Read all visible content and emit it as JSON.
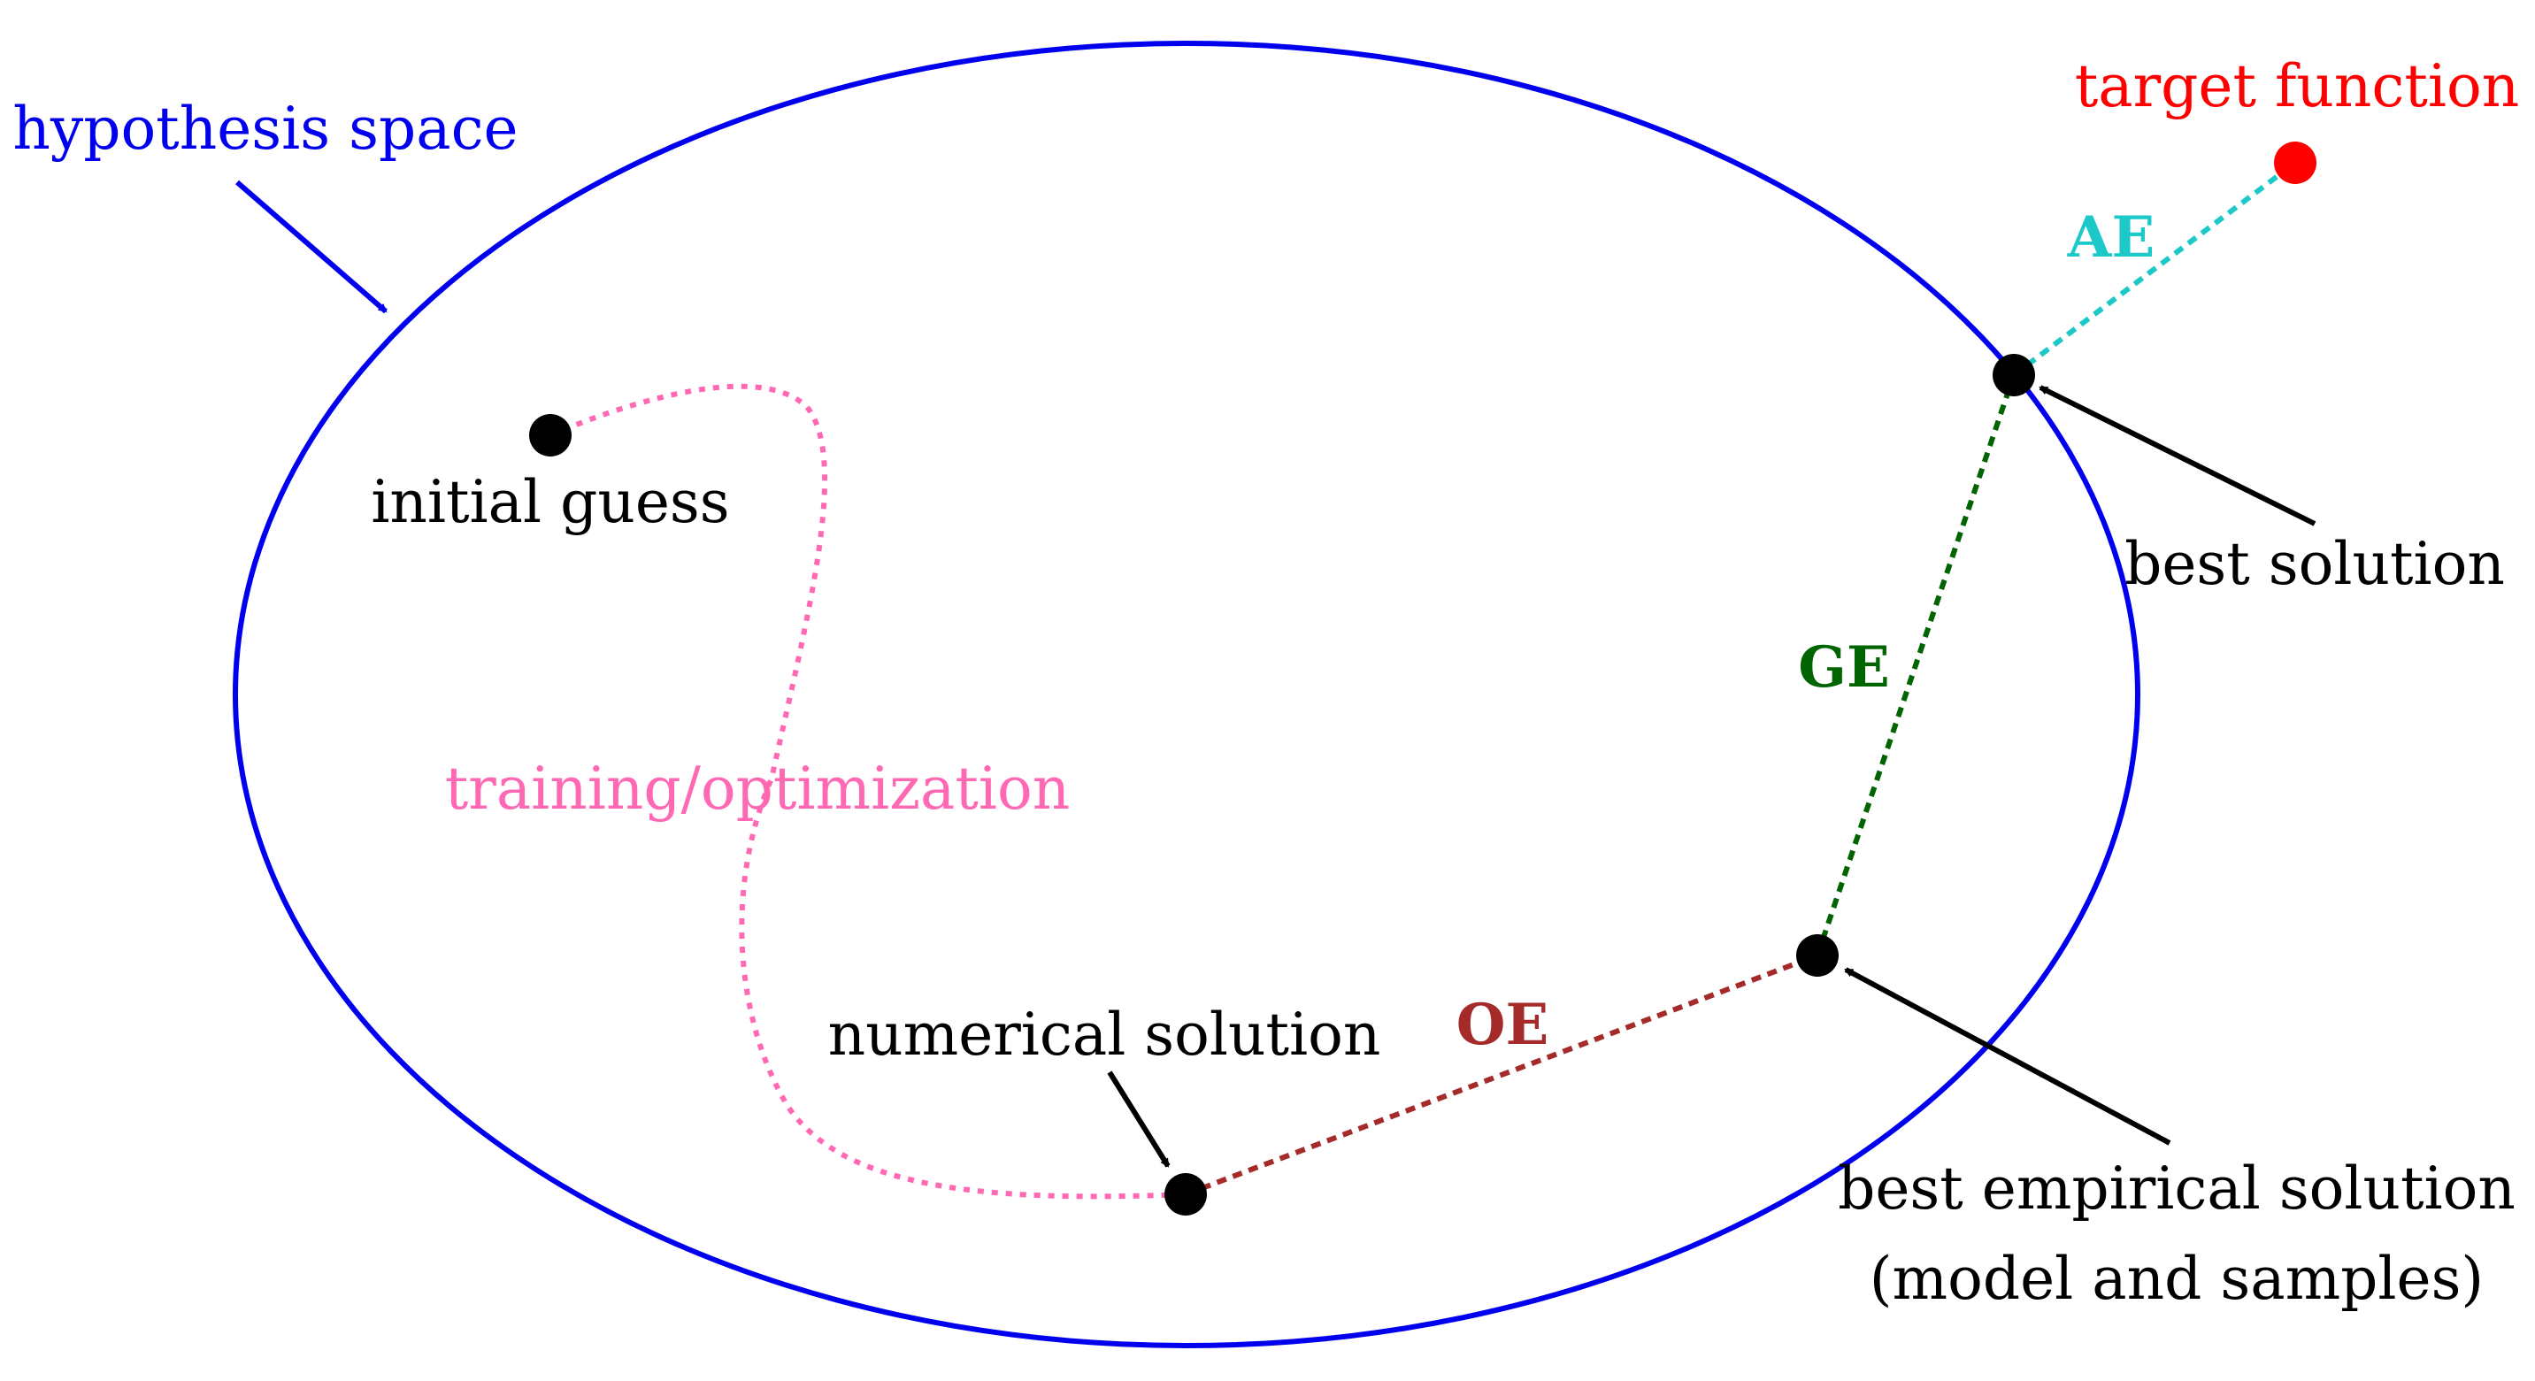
{
  "colors": {
    "hypothesis": "#0000ee",
    "target": "#ff0000",
    "approx_error": "#1cc8c8",
    "gen_error": "#006400",
    "opt_error": "#a52a2a",
    "training": "#ff69b4",
    "ink": "#000000"
  },
  "labels": {
    "hypothesis_space": "hypothesis space",
    "target_function": "target function",
    "initial_guess": "initial guess",
    "training": "training/optimization",
    "numerical_solution": "numerical solution",
    "best_solution": "best solution",
    "best_empirical_line1": "best empirical solution",
    "best_empirical_line2": "(model and samples)",
    "ae": "AE",
    "ge": "GE",
    "oe": "OE"
  }
}
